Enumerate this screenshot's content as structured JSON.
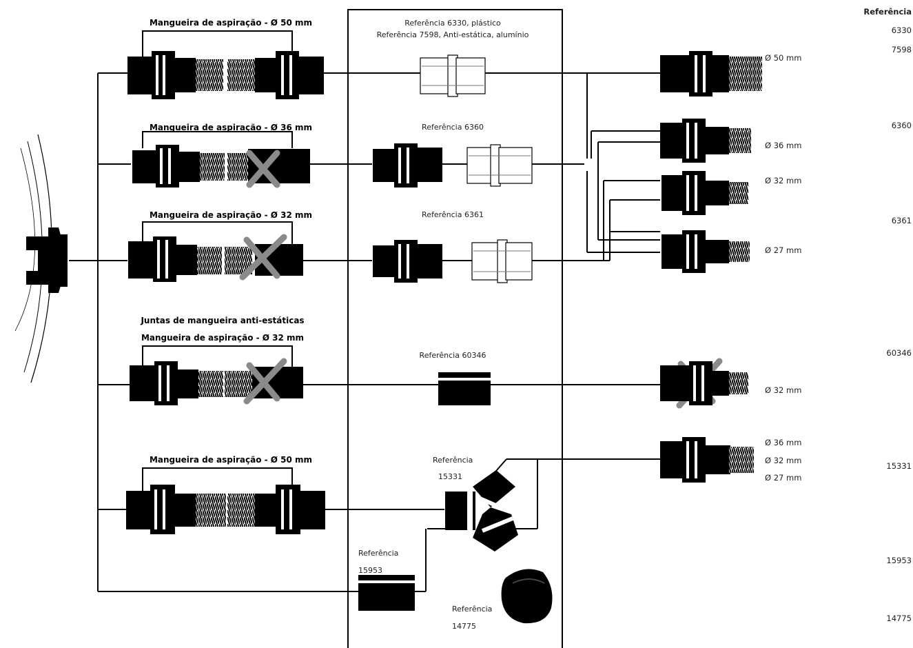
{
  "hose_titles": [
    "Mangueira de aspiração - Ø 50 mm",
    "Mangueira de aspiração - Ø 36 mm",
    "Mangueira de aspiração - Ø 32 mm",
    "Juntas de mangueira anti-estáticas",
    "Mangueira de aspiração - Ø 32 mm",
    "Mangueira de aspiração - Ø 50 mm"
  ],
  "center_refs": {
    "r1_line1": "Referência 6330, plástico",
    "r1_line2": "Referência 7598, Anti-estática, alumínio",
    "r2": "Referência 6360",
    "r3": "Referência 6361",
    "r4": "Referência 60346",
    "r5_line1": "Referência",
    "r5_line2": "15331",
    "r6_line1": "Referência",
    "r6_line2": "15953",
    "r7_line1": "Referência",
    "r7_line2": "14775"
  },
  "diameters": {
    "d50": "Ø 50 mm",
    "d36": "Ø 36 mm",
    "d32": "Ø 32 mm",
    "d27": "Ø 27 mm",
    "d32b": "Ø 32 mm",
    "group_36": "Ø 36 mm",
    "group_32": "Ø 32 mm",
    "group_27": "Ø 27 mm"
  },
  "right_column": {
    "header": "Referência",
    "refs": [
      "6330",
      "7598",
      "6360",
      "6361",
      "60346",
      "15331",
      "15953",
      "14775"
    ]
  }
}
